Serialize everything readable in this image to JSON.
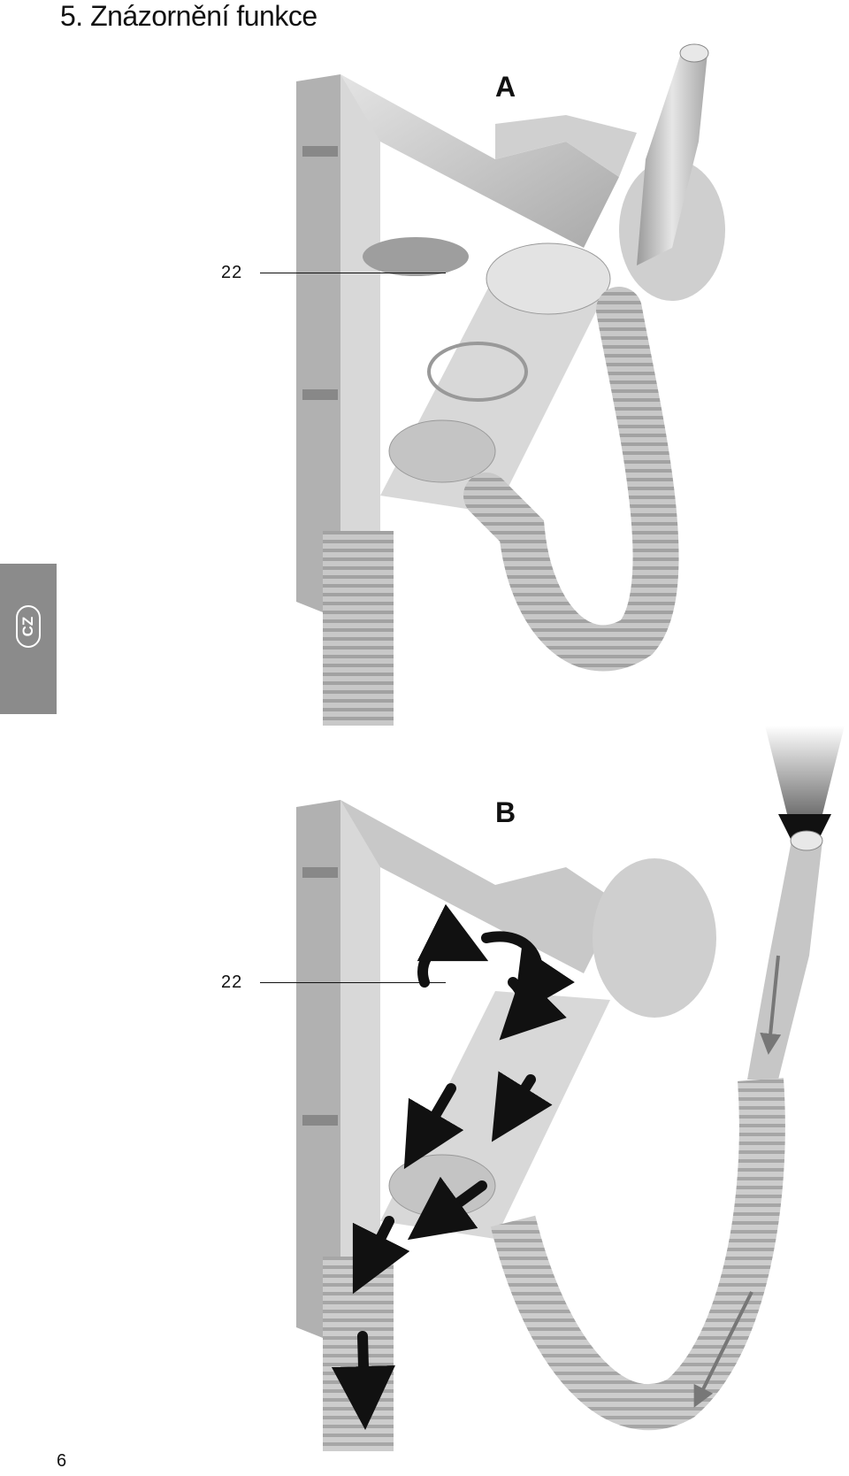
{
  "page": {
    "title": "5. Znázornění funkce",
    "language_tab": "CZ",
    "page_number": "6"
  },
  "figures": [
    {
      "label": "A",
      "callout": "22"
    },
    {
      "label": "B",
      "callout": "22"
    }
  ],
  "colors": {
    "housing": "#c9c9c9",
    "housing_dark": "#9d9d9d",
    "hose": "#bdbdbd",
    "flow_arrow": "#111111",
    "tab": "#8b8b8b"
  }
}
